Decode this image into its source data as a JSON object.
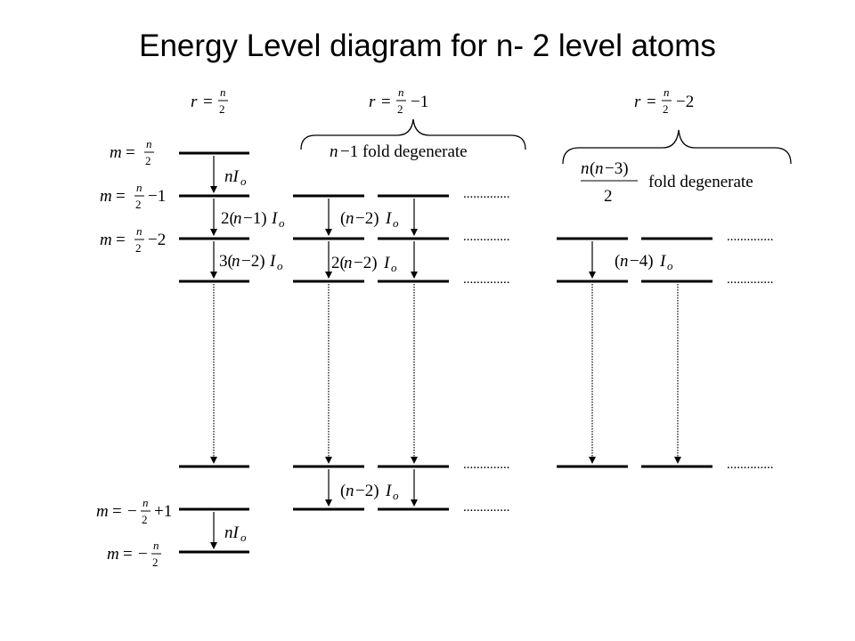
{
  "title": "Energy Level diagram for n- 2 level atoms",
  "columns": [
    {
      "label": "r = n/2"
    },
    {
      "label": "r = n/2 − 1",
      "degeneracy": "n−1 fold degenerate"
    },
    {
      "label": "r = n/2 − 2",
      "degeneracy": "n(n−3)/2 fold degenerate"
    }
  ],
  "m_labels": [
    "m = n/2",
    "m = n/2 − 1",
    "m = n/2 − 2",
    "m = −n/2 + 1",
    "m = −n/2"
  ],
  "transitions": [
    "nI₀",
    "2(n−1)I₀",
    "3(n−2)I₀",
    "(n−2)I₀",
    "2(n−2)I₀",
    "(n−2)I₀",
    "(n−4)I₀",
    "nI₀"
  ],
  "dots": ".............."
}
